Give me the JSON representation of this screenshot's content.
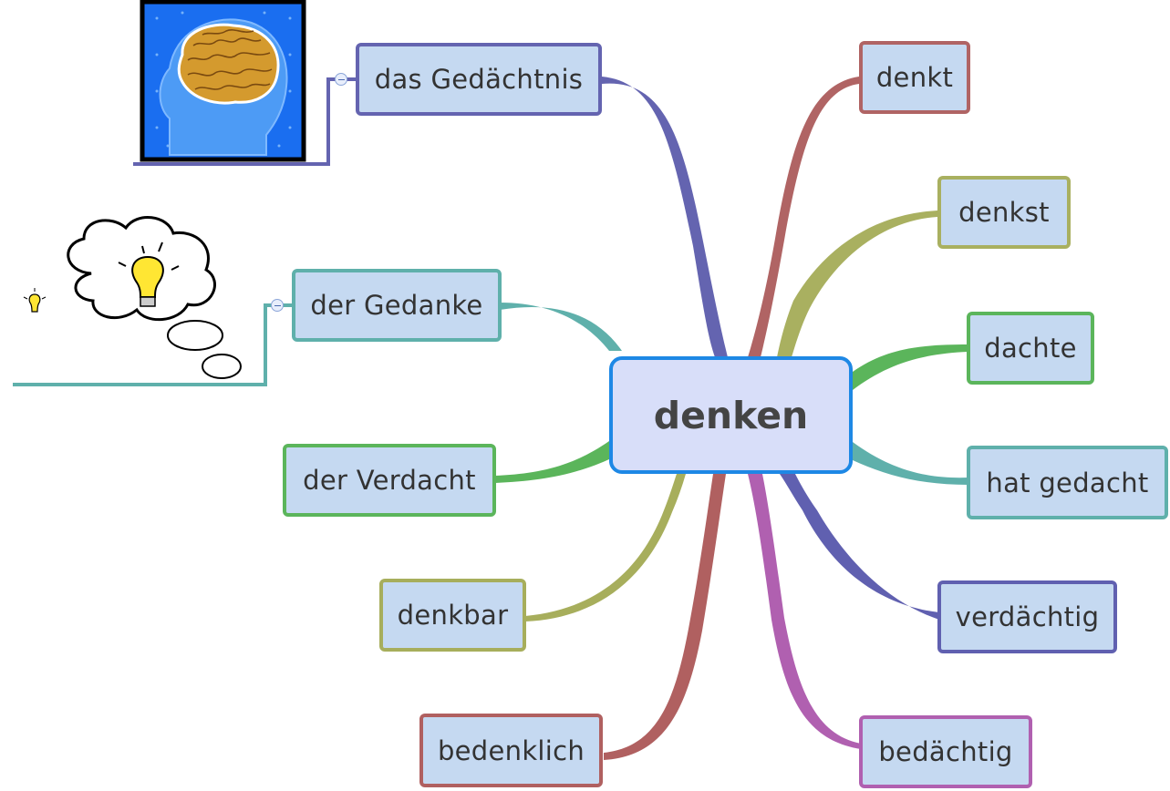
{
  "central": {
    "label": "denken",
    "border": "#1e88e5",
    "fill": "#d8def9"
  },
  "branches": [
    {
      "id": "das-gedaechtnis",
      "label": "das Gedächtnis",
      "color": "#6464b0"
    },
    {
      "id": "der-gedanke",
      "label": "der Gedanke",
      "color": "#5fb0ab"
    },
    {
      "id": "der-verdacht",
      "label": "der Verdacht",
      "color": "#5bb55b"
    },
    {
      "id": "denkbar",
      "label": "denkbar",
      "color": "#a7ae5c"
    },
    {
      "id": "bedenklich",
      "label": "bedenklich",
      "color": "#b06060"
    },
    {
      "id": "denkt",
      "label": "denkt",
      "color": "#b06464"
    },
    {
      "id": "denkst",
      "label": "denkst",
      "color": "#a9b060"
    },
    {
      "id": "dachte",
      "label": "dachte",
      "color": "#5bb55b"
    },
    {
      "id": "hat-gedacht",
      "label": "hat gedacht",
      "color": "#5fb0ab"
    },
    {
      "id": "verdaechtig",
      "label": "verdächtig",
      "color": "#6060b0"
    },
    {
      "id": "bedaechtig",
      "label": "bedächtig",
      "color": "#b060b0"
    }
  ],
  "node_fill": "#c5d9f1",
  "images": [
    {
      "id": "brain-head",
      "icon": "brain-in-head-icon"
    },
    {
      "id": "idea-cloud",
      "icon": "lightbulb-thought-cloud-icon"
    }
  ]
}
